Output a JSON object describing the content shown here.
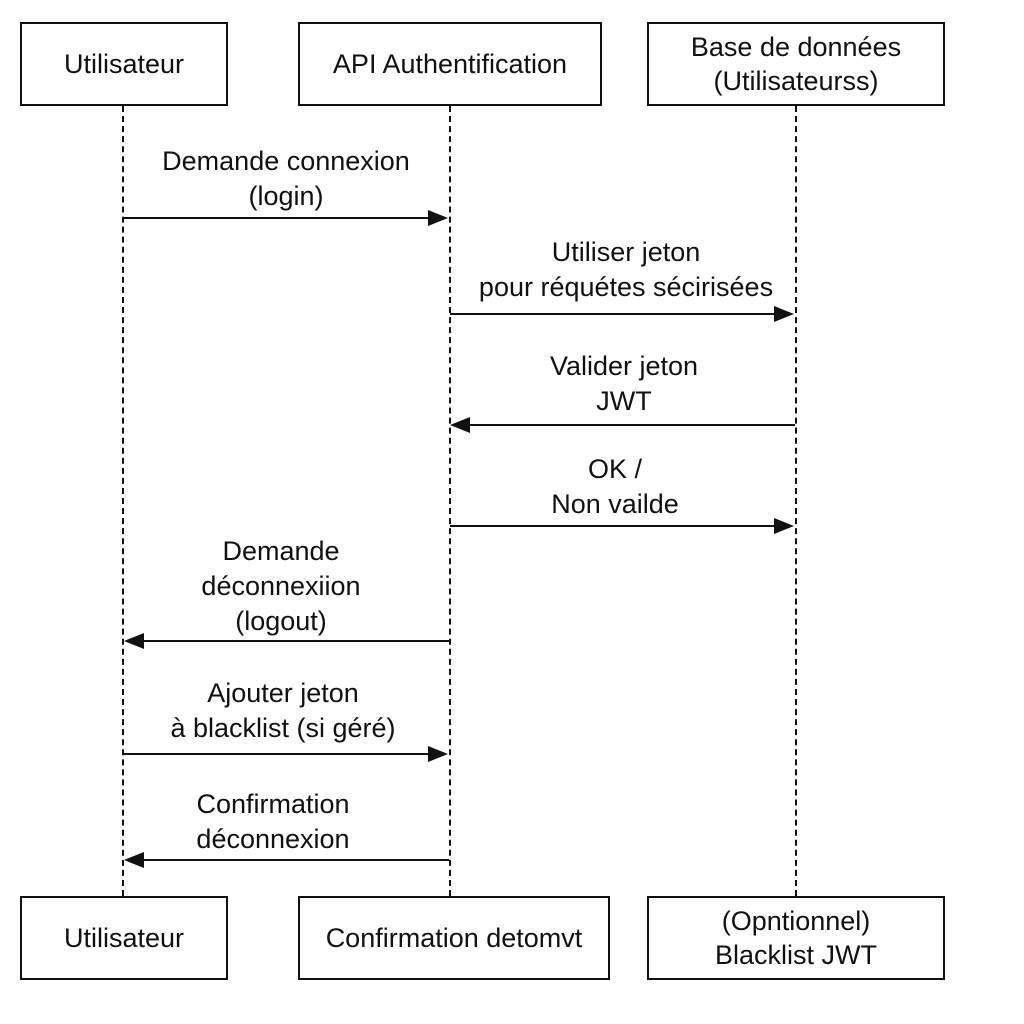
{
  "participants_top": [
    {
      "lines": [
        "Utilisateur"
      ]
    },
    {
      "lines": [
        "API Authentification"
      ]
    },
    {
      "lines": [
        "Base de données",
        "(Utilisateurss)"
      ]
    }
  ],
  "participants_bottom": [
    {
      "lines": [
        "Utilisateur"
      ]
    },
    {
      "lines": [
        "Confirmation detomvt"
      ]
    },
    {
      "lines": [
        "(Opntionnel)",
        "Blacklist JWT"
      ]
    }
  ],
  "messages": [
    {
      "from": "utilisateur",
      "to": "api",
      "lines": [
        "Demande connexion",
        "(login)"
      ]
    },
    {
      "from": "api",
      "to": "db",
      "lines": [
        "Utiliser jeton",
        "pour réquétes sécirisées"
      ]
    },
    {
      "from": "db",
      "to": "api",
      "lines": [
        "Valider jeton",
        "JWT"
      ]
    },
    {
      "from": "api",
      "to": "db",
      "lines": [
        "OK /",
        "Non vailde"
      ]
    },
    {
      "from": "api",
      "to": "utilisateur",
      "lines": [
        "Demande",
        "déconnexiion",
        "(logout)"
      ]
    },
    {
      "from": "utilisateur",
      "to": "api",
      "lines": [
        "Ajouter jeton",
        "à blacklist (si géré)"
      ]
    },
    {
      "from": "api",
      "to": "utilisateur",
      "lines": [
        "Confirmation",
        "déconnexion"
      ]
    }
  ]
}
